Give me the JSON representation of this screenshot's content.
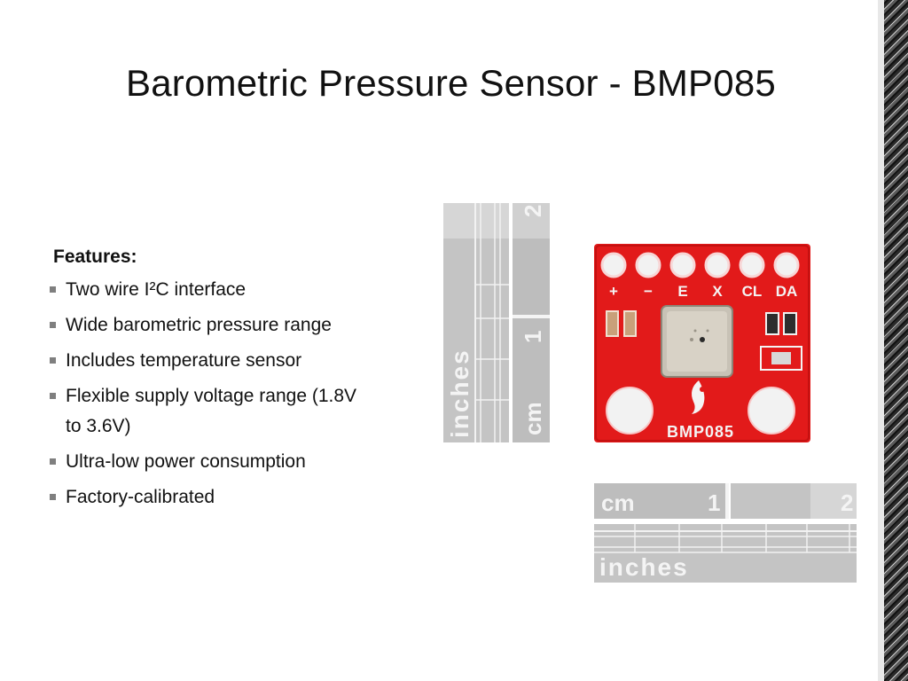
{
  "slide": {
    "title": "Barometric Pressure Sensor - BMP085",
    "features_heading": "Features:",
    "features": [
      "Two wire I²C interface",
      "Wide barometric pressure range",
      "Includes temperature sensor",
      "Flexible supply voltage range (1.8V to 3.6V)",
      "Ultra-low power consumption",
      "Factory-calibrated"
    ]
  },
  "photo": {
    "board_label": "BMP085",
    "pin_labels": [
      "+",
      "−",
      "E",
      "X",
      "CL",
      "DA"
    ],
    "ruler_vertical": {
      "unit_inches": "inches",
      "unit_cm": "cm",
      "mark_1": "1",
      "mark_2": "2"
    },
    "ruler_horizontal": {
      "unit_inches": "inches",
      "unit_cm": "cm",
      "mark_1": "1",
      "mark_2": "2"
    },
    "colors": {
      "pcb": "#e21a1a",
      "ruler": "#bdbdbd",
      "ruler_dark": "#a9a9a9"
    }
  }
}
